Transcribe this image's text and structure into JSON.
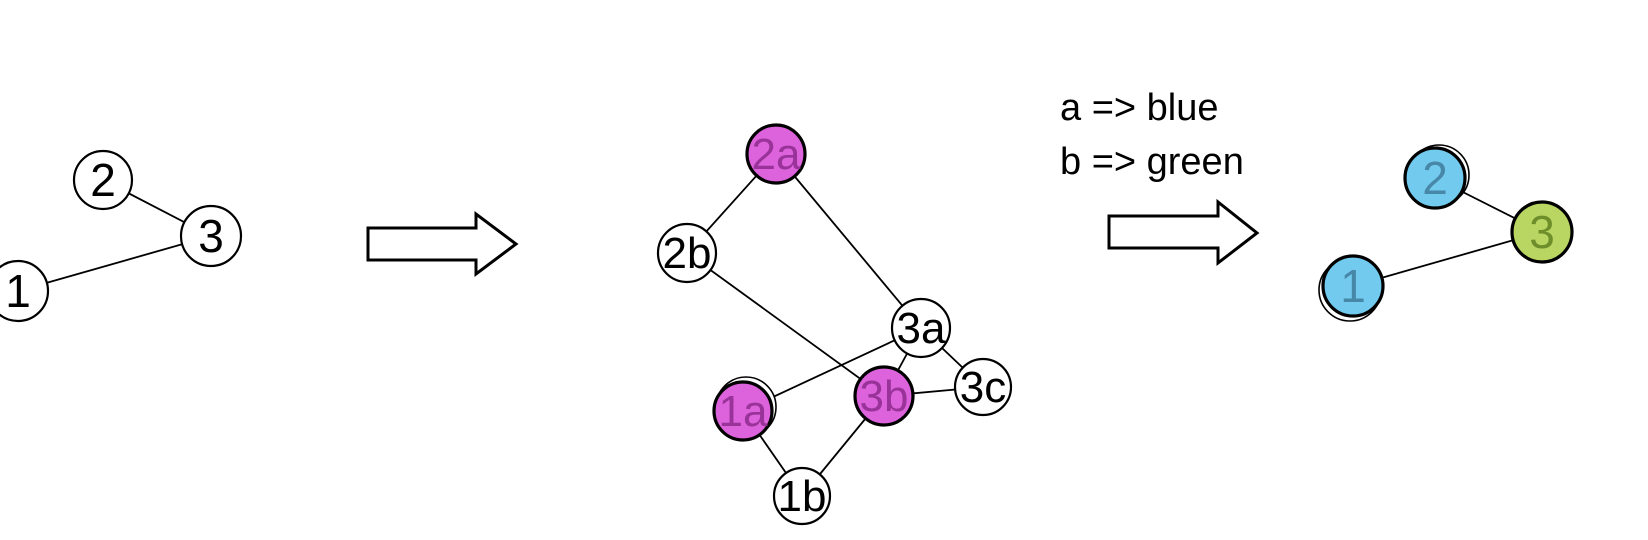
{
  "colors": {
    "white_fill": "#ffffff",
    "black_text": "#000000",
    "magenta_fill": "#DD63DD",
    "magenta_text": "#993399",
    "blue_fill": "#72CBEF",
    "blue_text": "#4787A8",
    "green_fill": "#B9D662",
    "green_text": "#6D8E2A"
  },
  "left_graph": {
    "nodes": [
      {
        "id": "2",
        "label": "2",
        "color": "white"
      },
      {
        "id": "3",
        "label": "3",
        "color": "white"
      },
      {
        "id": "1",
        "label": "1",
        "color": "white"
      }
    ],
    "edges": [
      "2-3",
      "1-3"
    ]
  },
  "middle_graph": {
    "nodes": [
      {
        "id": "2a",
        "label": "2a",
        "color": "magenta"
      },
      {
        "id": "2b",
        "label": "2b",
        "color": "white"
      },
      {
        "id": "3a",
        "label": "3a",
        "color": "white"
      },
      {
        "id": "3c",
        "label": "3c",
        "color": "white"
      },
      {
        "id": "3b",
        "label": "3b",
        "color": "magenta"
      },
      {
        "id": "1a",
        "label": "1a",
        "color": "magenta"
      },
      {
        "id": "1b",
        "label": "1b",
        "color": "white"
      }
    ],
    "edges": [
      "2a-2b",
      "2a-3a",
      "2b-3b",
      "1a-3a",
      "3a-3b",
      "3a-3c",
      "3b-3c",
      "3b-1b",
      "1a-1b"
    ]
  },
  "mapping_rules": {
    "line1": "a => blue",
    "line2": "b => green"
  },
  "right_graph": {
    "nodes": [
      {
        "id": "2",
        "label": "2",
        "color": "blue"
      },
      {
        "id": "3",
        "label": "3",
        "color": "green"
      },
      {
        "id": "1",
        "label": "1",
        "color": "blue"
      }
    ],
    "edges": [
      "2-3",
      "1-3"
    ]
  }
}
